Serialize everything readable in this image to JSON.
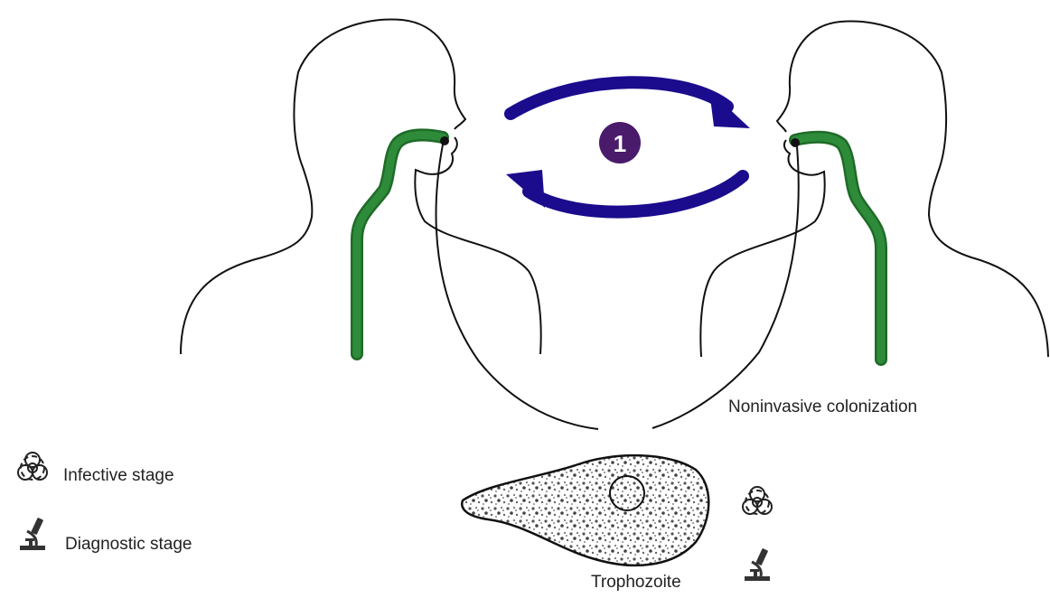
{
  "diagram": {
    "step_marker": "1",
    "noninvasive_label": "Noninvasive colonization",
    "trophozoite_label": "Trophozoite"
  },
  "legend": {
    "infective_label": "Infective stage",
    "diagnostic_label": "Diagnostic stage",
    "infective_icon": "biohazard-icon",
    "diagnostic_icon": "microscope-icon"
  },
  "colors": {
    "outline": "#111111",
    "oral_tract": "#2e8b3a",
    "arrow": "#1a0c8c",
    "step_marker": "#4a1a6b"
  }
}
